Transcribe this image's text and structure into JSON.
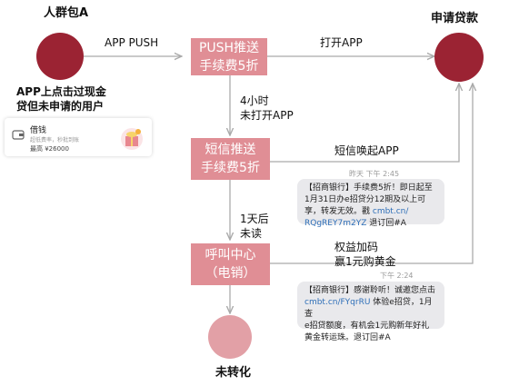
{
  "nodes": {
    "start_label": "人群包A",
    "end_label": "申请贷款",
    "lost_label": "未转化",
    "start_desc": [
      "APP上点击过现金",
      "贷但未申请的用户"
    ]
  },
  "boxes": {
    "push": [
      "PUSH推送",
      "手续费5折"
    ],
    "sms": [
      "短信推送",
      "手续费5折"
    ],
    "call": [
      "呼叫中心",
      "（电销）"
    ]
  },
  "edges": {
    "app_push": "APP PUSH",
    "open_app": "打开APP",
    "after_4h": [
      "4小时",
      "未打开APP"
    ],
    "sms_wakeup": "短信唤起APP",
    "after_1d": [
      "1天后",
      "未读"
    ],
    "benefit": [
      "权益加码",
      "赢1元购黄金"
    ]
  },
  "app_card": {
    "icon": "wallet-icon",
    "title": "借钱",
    "subtitle": "超低费率，秒批到账",
    "amount": "最高 ¥26000"
  },
  "sms1": {
    "time": "昨天 下午 2:45",
    "line1": "【招商银行】手续费5折！即日起至",
    "line2": "1月31日办e招贷分12期及以上可",
    "line3a": "享，转发无效。戳 ",
    "link_a": "cmbt.cn/",
    "link_b": "RQgREY7m2YZ",
    "line4b": " 退订回#A"
  },
  "sms2": {
    "time": "下午 2:24",
    "line1": "【招商银行】感谢聆听！诚邀您点击",
    "link": "cmbt.cn/FYqrRU",
    "line2b": " 体验e招贷，1月查",
    "line3": "e招贷额度，有机会1元购新年好礼",
    "line4": "黄金转运珠。退订回#A"
  },
  "colors": {
    "dark_node": "#9b2333",
    "light_node": "#e2a0a6",
    "box": "#e08e95",
    "line": "#aaaaaa"
  }
}
